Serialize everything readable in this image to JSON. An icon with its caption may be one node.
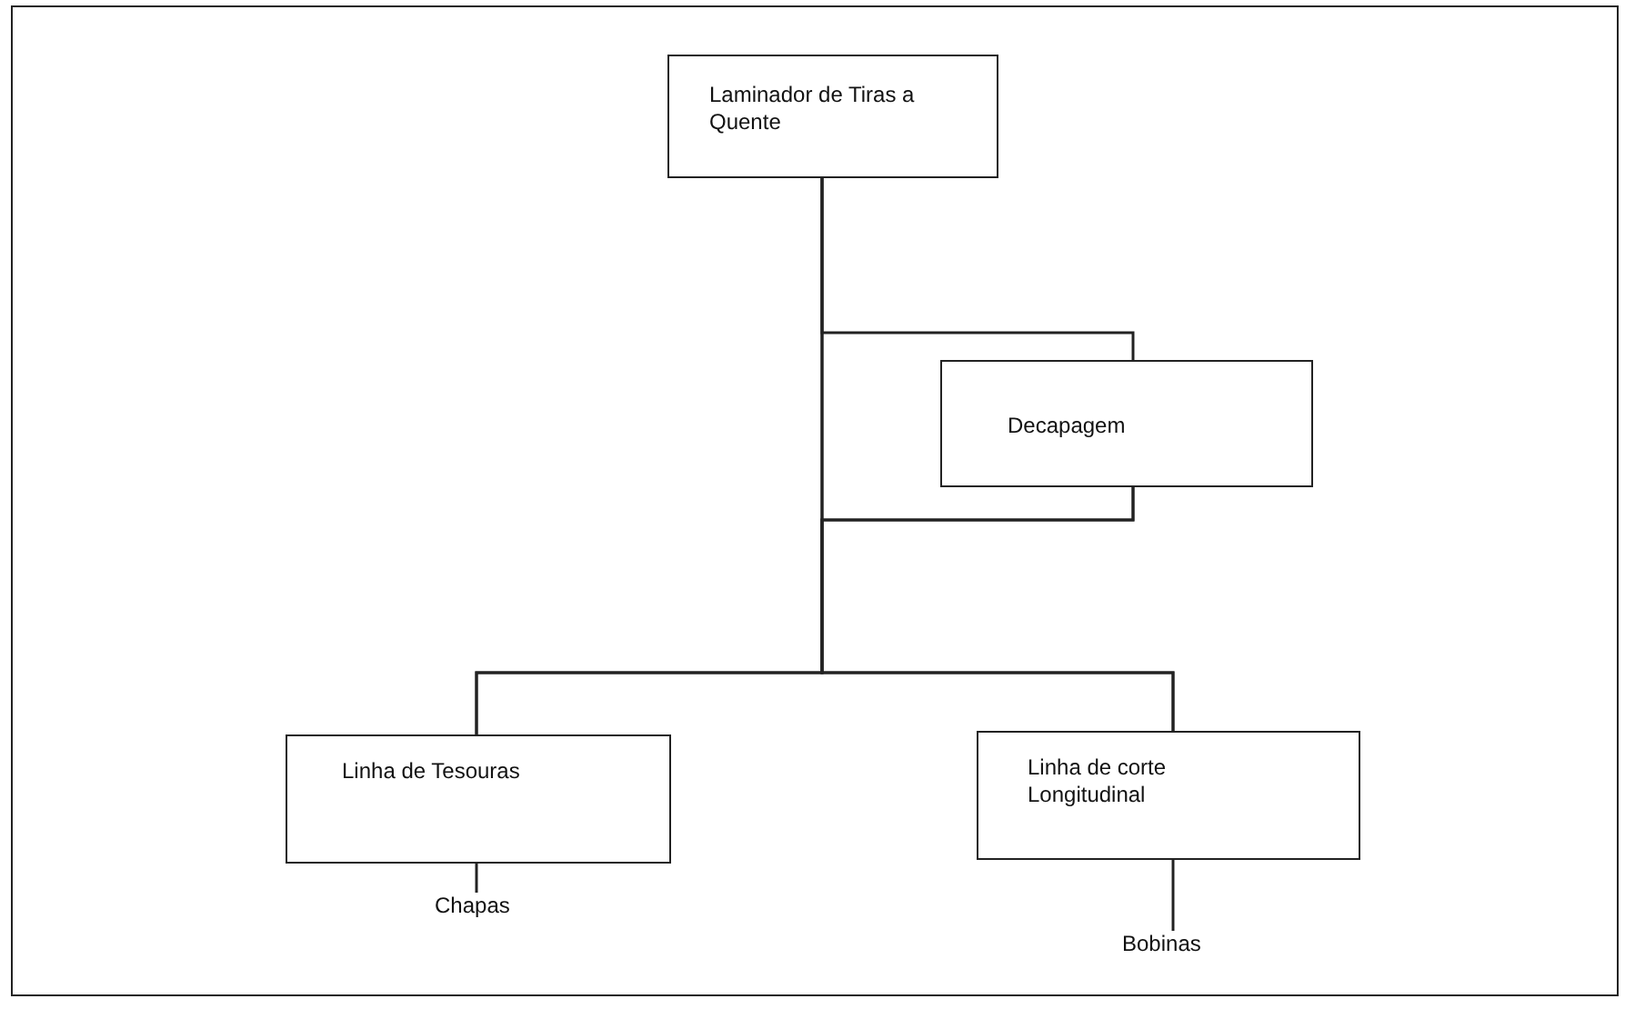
{
  "diagram": {
    "nodes": [
      {
        "text": [
          "Laminador de Tiras a Quente"
        ]
      },
      {
        "text": [
          "Decapagem"
        ]
      },
      {
        "text": [
          "Linha de Tesouras"
        ]
      },
      {
        "text": [
          "Linha de corte Longitudinal"
        ]
      },
      {
        "text": [
          "Chapas"
        ]
      },
      {
        "text": [
          "Bobinas"
        ]
      }
    ],
    "edges": [
      {
        "from": 0,
        "to": 1,
        "arrow": "none"
      },
      {
        "from": 0,
        "to": 2,
        "arrow": "none"
      },
      {
        "from": 0,
        "to": 3,
        "arrow": "none"
      },
      {
        "from": 1,
        "to": 2,
        "arrow": "none"
      },
      {
        "from": 1,
        "to": 3,
        "arrow": "none"
      },
      {
        "from": 2,
        "to": 4,
        "arrow": "none"
      },
      {
        "from": 3,
        "to": 5,
        "arrow": "none"
      }
    ]
  }
}
